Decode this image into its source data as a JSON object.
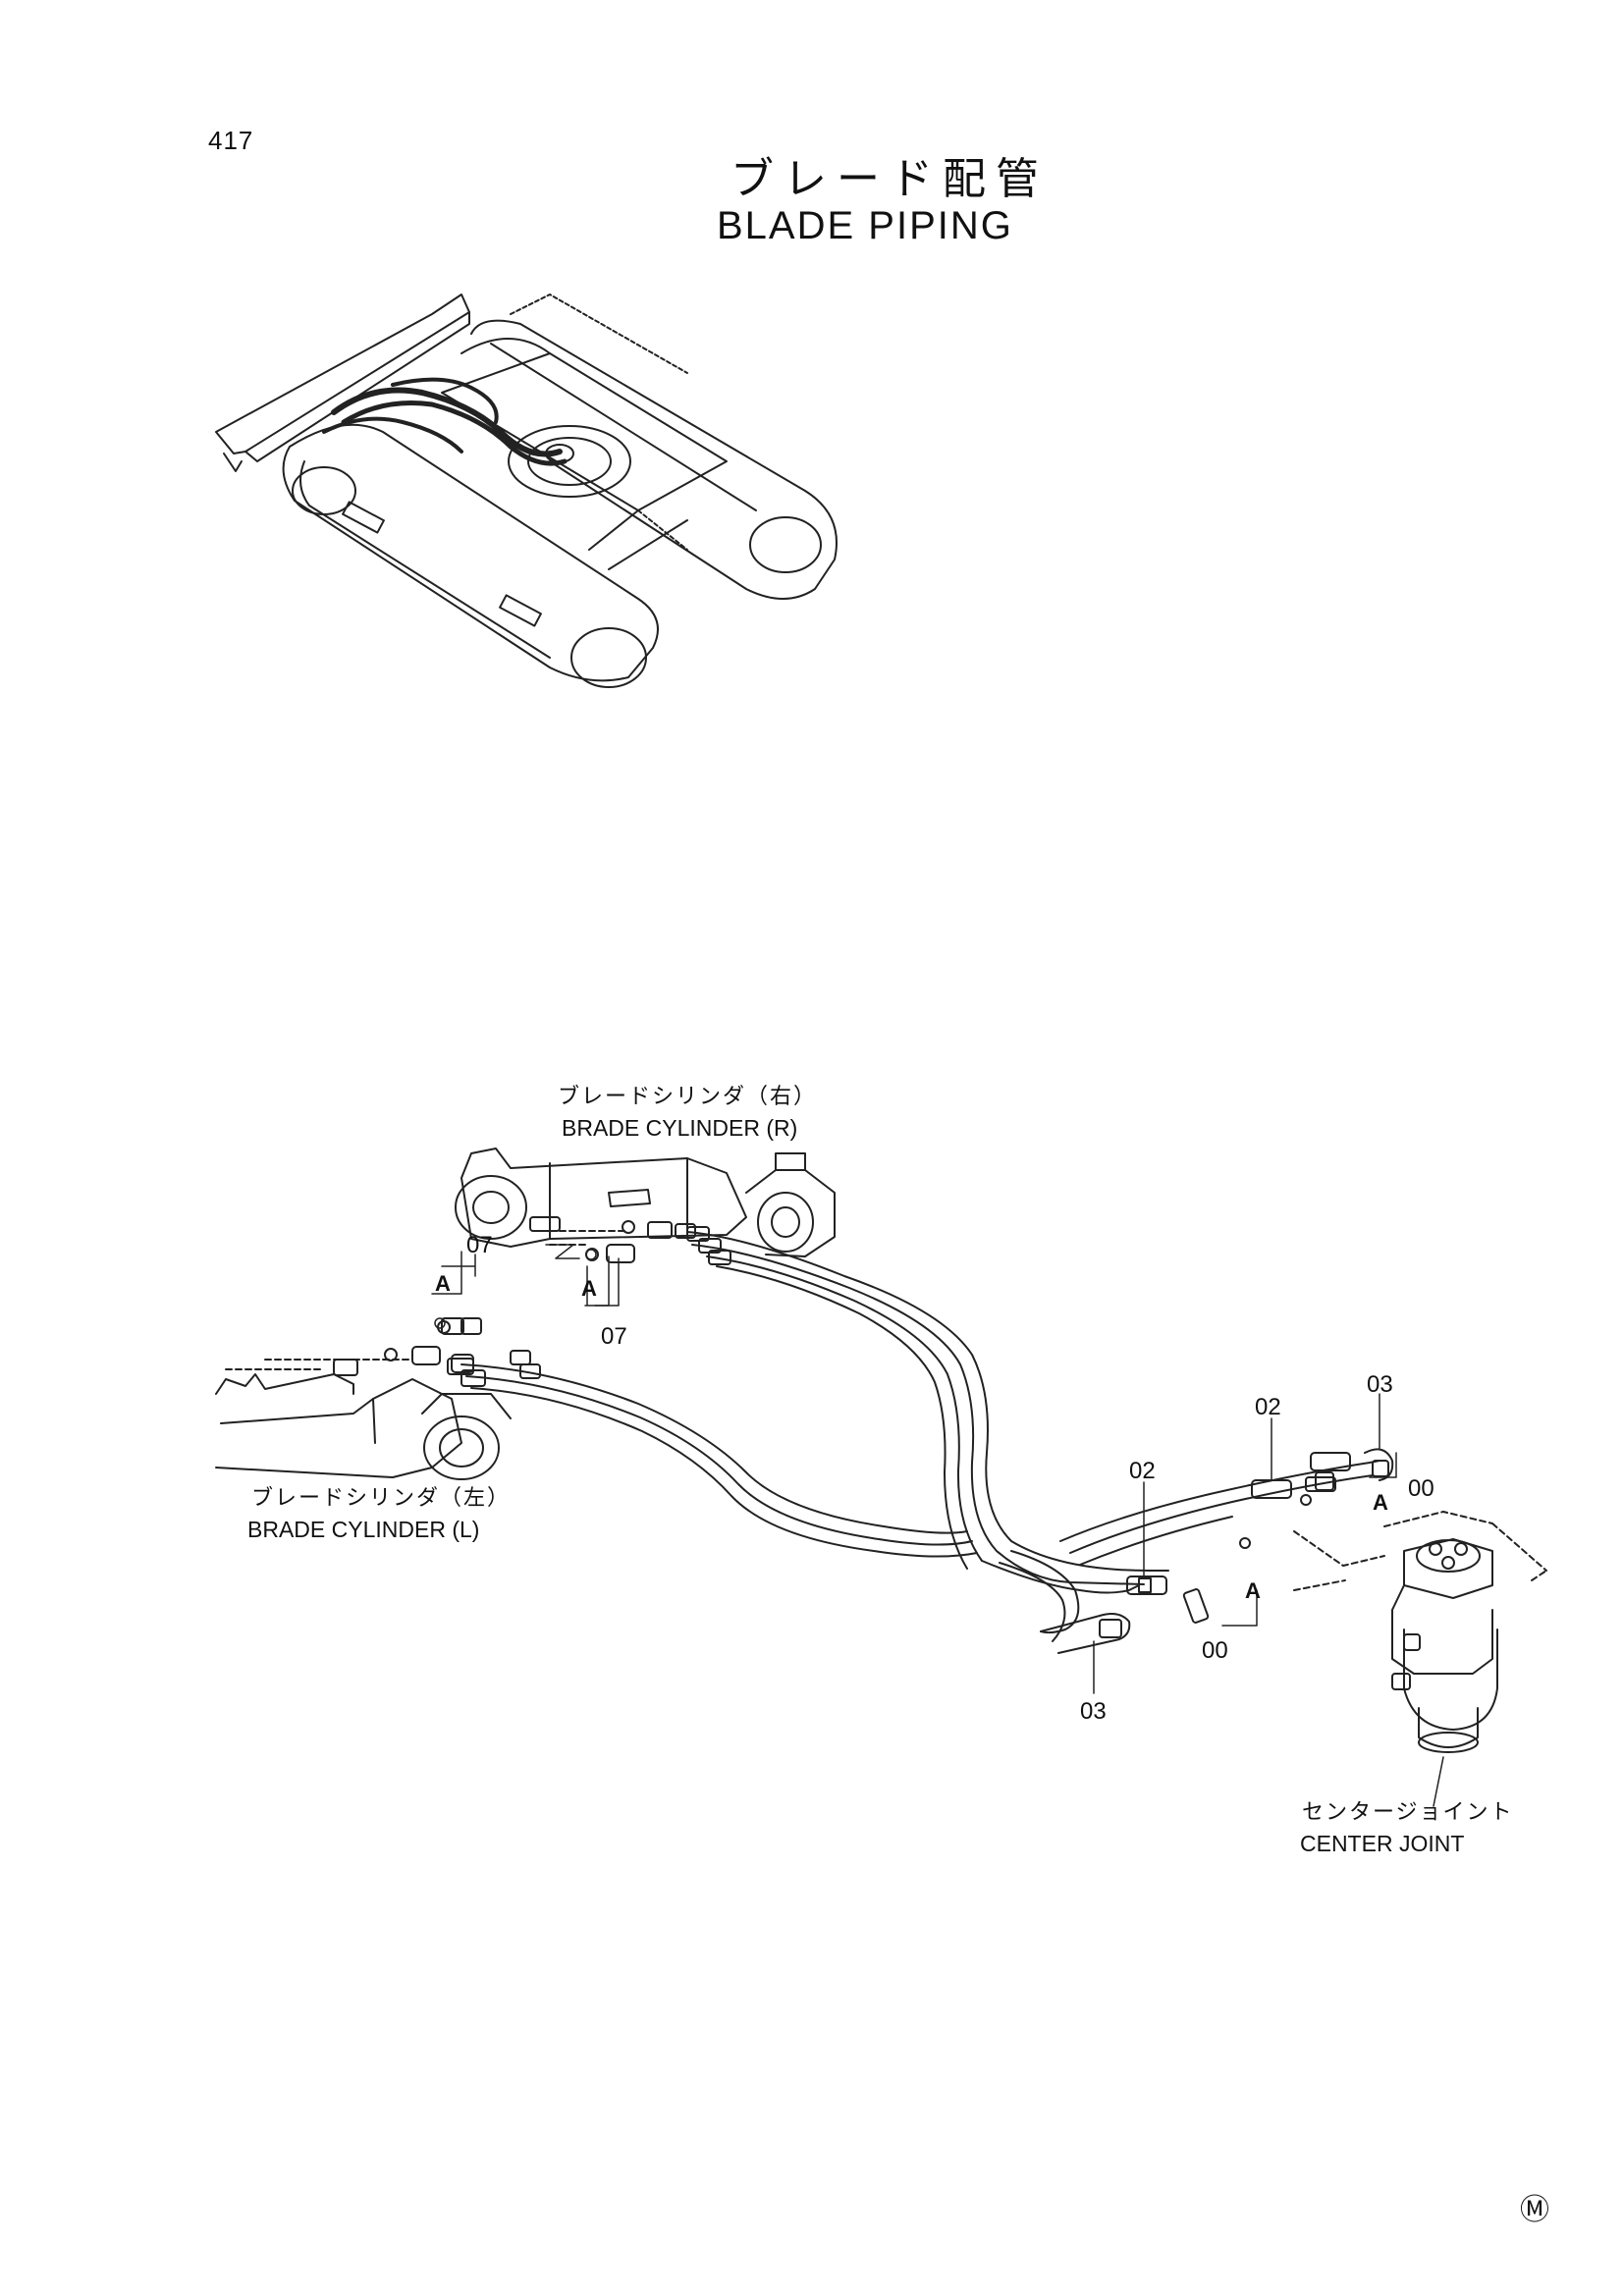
{
  "page": {
    "number": "417",
    "title_jp": "ブレード配管",
    "title_en": "BLADE PIPING",
    "mark": "Ⓜ"
  },
  "labels": {
    "cyl_r_jp": "ブレードシリンダ（右）",
    "cyl_r_en": "BRADE CYLINDER (R)",
    "cyl_l_jp": "ブレードシリンダ（左）",
    "cyl_l_en": "BRADE CYLINDER (L)",
    "center_jp": "センタージョイント",
    "center_en": "CENTER JOINT"
  },
  "callouts": {
    "p07_a": "07",
    "p07_b": "07",
    "a_1": "A",
    "a_2": "A",
    "a_3": "A",
    "a_4": "A",
    "p02_a": "02",
    "p02_b": "02",
    "p03_a": "03",
    "p03_b": "03",
    "p00_a": "00",
    "p00_b": "00"
  }
}
